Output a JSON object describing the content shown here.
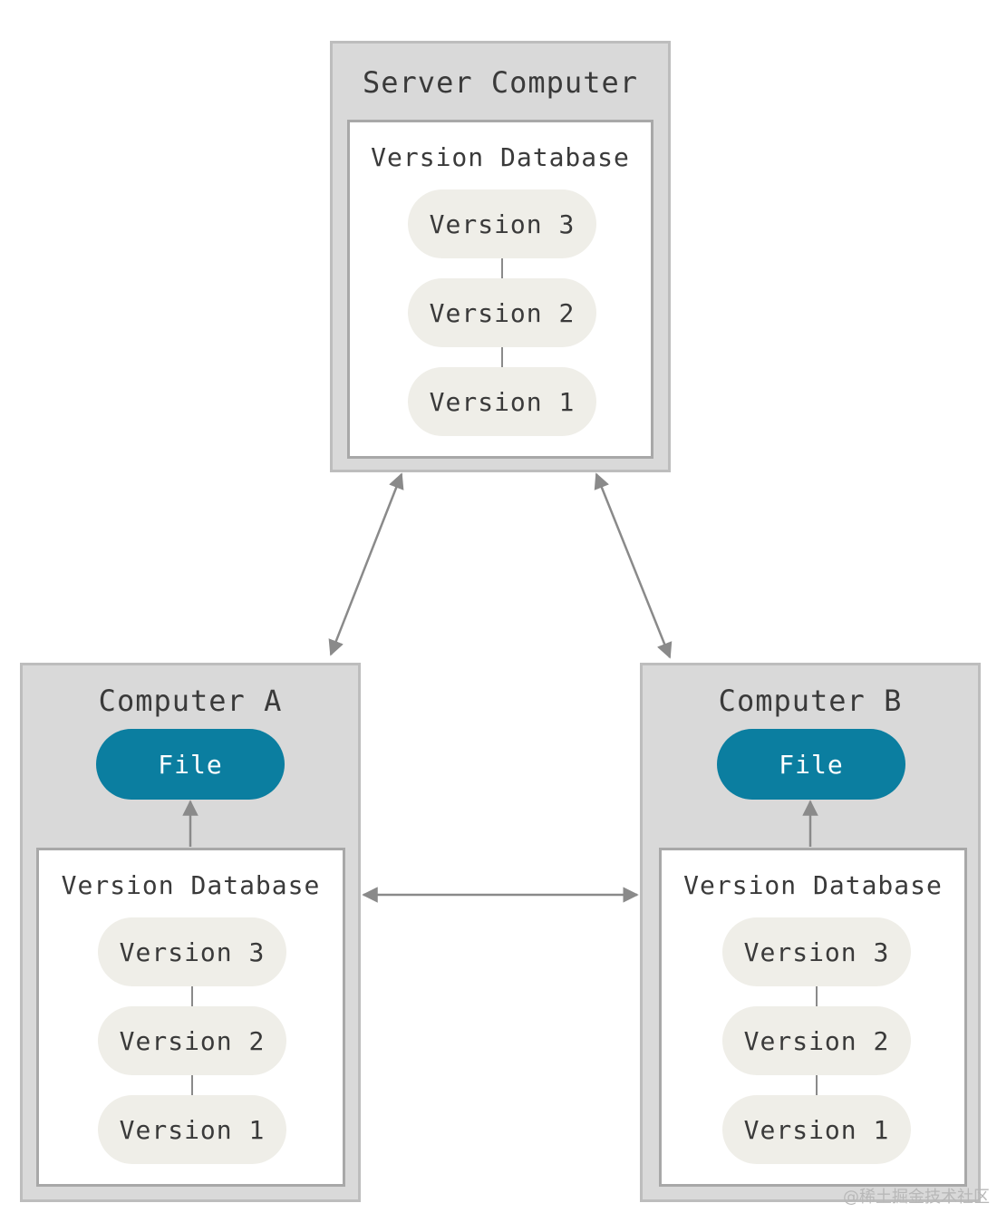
{
  "server": {
    "title": "Server Computer",
    "db_title": "Version Database",
    "versions": [
      "Version 3",
      "Version 2",
      "Version 1"
    ]
  },
  "computer_a": {
    "title": "Computer A",
    "file": "File",
    "db_title": "Version Database",
    "versions": [
      "Version 3",
      "Version 2",
      "Version 1"
    ]
  },
  "computer_b": {
    "title": "Computer B",
    "file": "File",
    "db_title": "Version Database",
    "versions": [
      "Version 3",
      "Version 2",
      "Version 1"
    ]
  },
  "colors": {
    "box_fill": "#d9d9d9",
    "pill_fill": "#efeee8",
    "file_fill": "#0b7ea0",
    "arrow": "#8a8a8a"
  },
  "watermark": "@稀土掘金技术社区"
}
